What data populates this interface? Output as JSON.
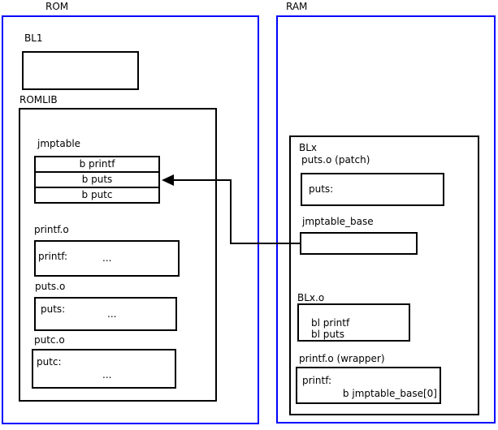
{
  "rom": {
    "title": "ROM",
    "bl1_label": "BL1",
    "romlib_label": "ROMLIB",
    "jmptable": {
      "label": "jmptable",
      "rows": [
        "b printf",
        "b puts",
        "b putc"
      ]
    },
    "objects": [
      {
        "label": "printf.o",
        "symbol": "printf:",
        "ellipsis": "..."
      },
      {
        "label": "puts.o",
        "symbol": "puts:",
        "ellipsis": "..."
      },
      {
        "label": "putc.o",
        "symbol": "putc:",
        "ellipsis": "..."
      }
    ]
  },
  "ram": {
    "title": "RAM",
    "blx_label": "BLx",
    "puts_patch": {
      "label": "puts.o (patch)",
      "symbol": "puts:"
    },
    "jmptable_base_label": "jmptable_base",
    "blx_o": {
      "label": "BLx.o",
      "lines": [
        "bl printf",
        "bl puts"
      ]
    },
    "printf_wrapper": {
      "label": "printf.o (wrapper)",
      "symbol": "printf:",
      "branch": "b jmptable_base[0]"
    }
  },
  "colors": {
    "section_border": "#0000ff",
    "box_border": "#000000",
    "arrow": "#000000"
  }
}
